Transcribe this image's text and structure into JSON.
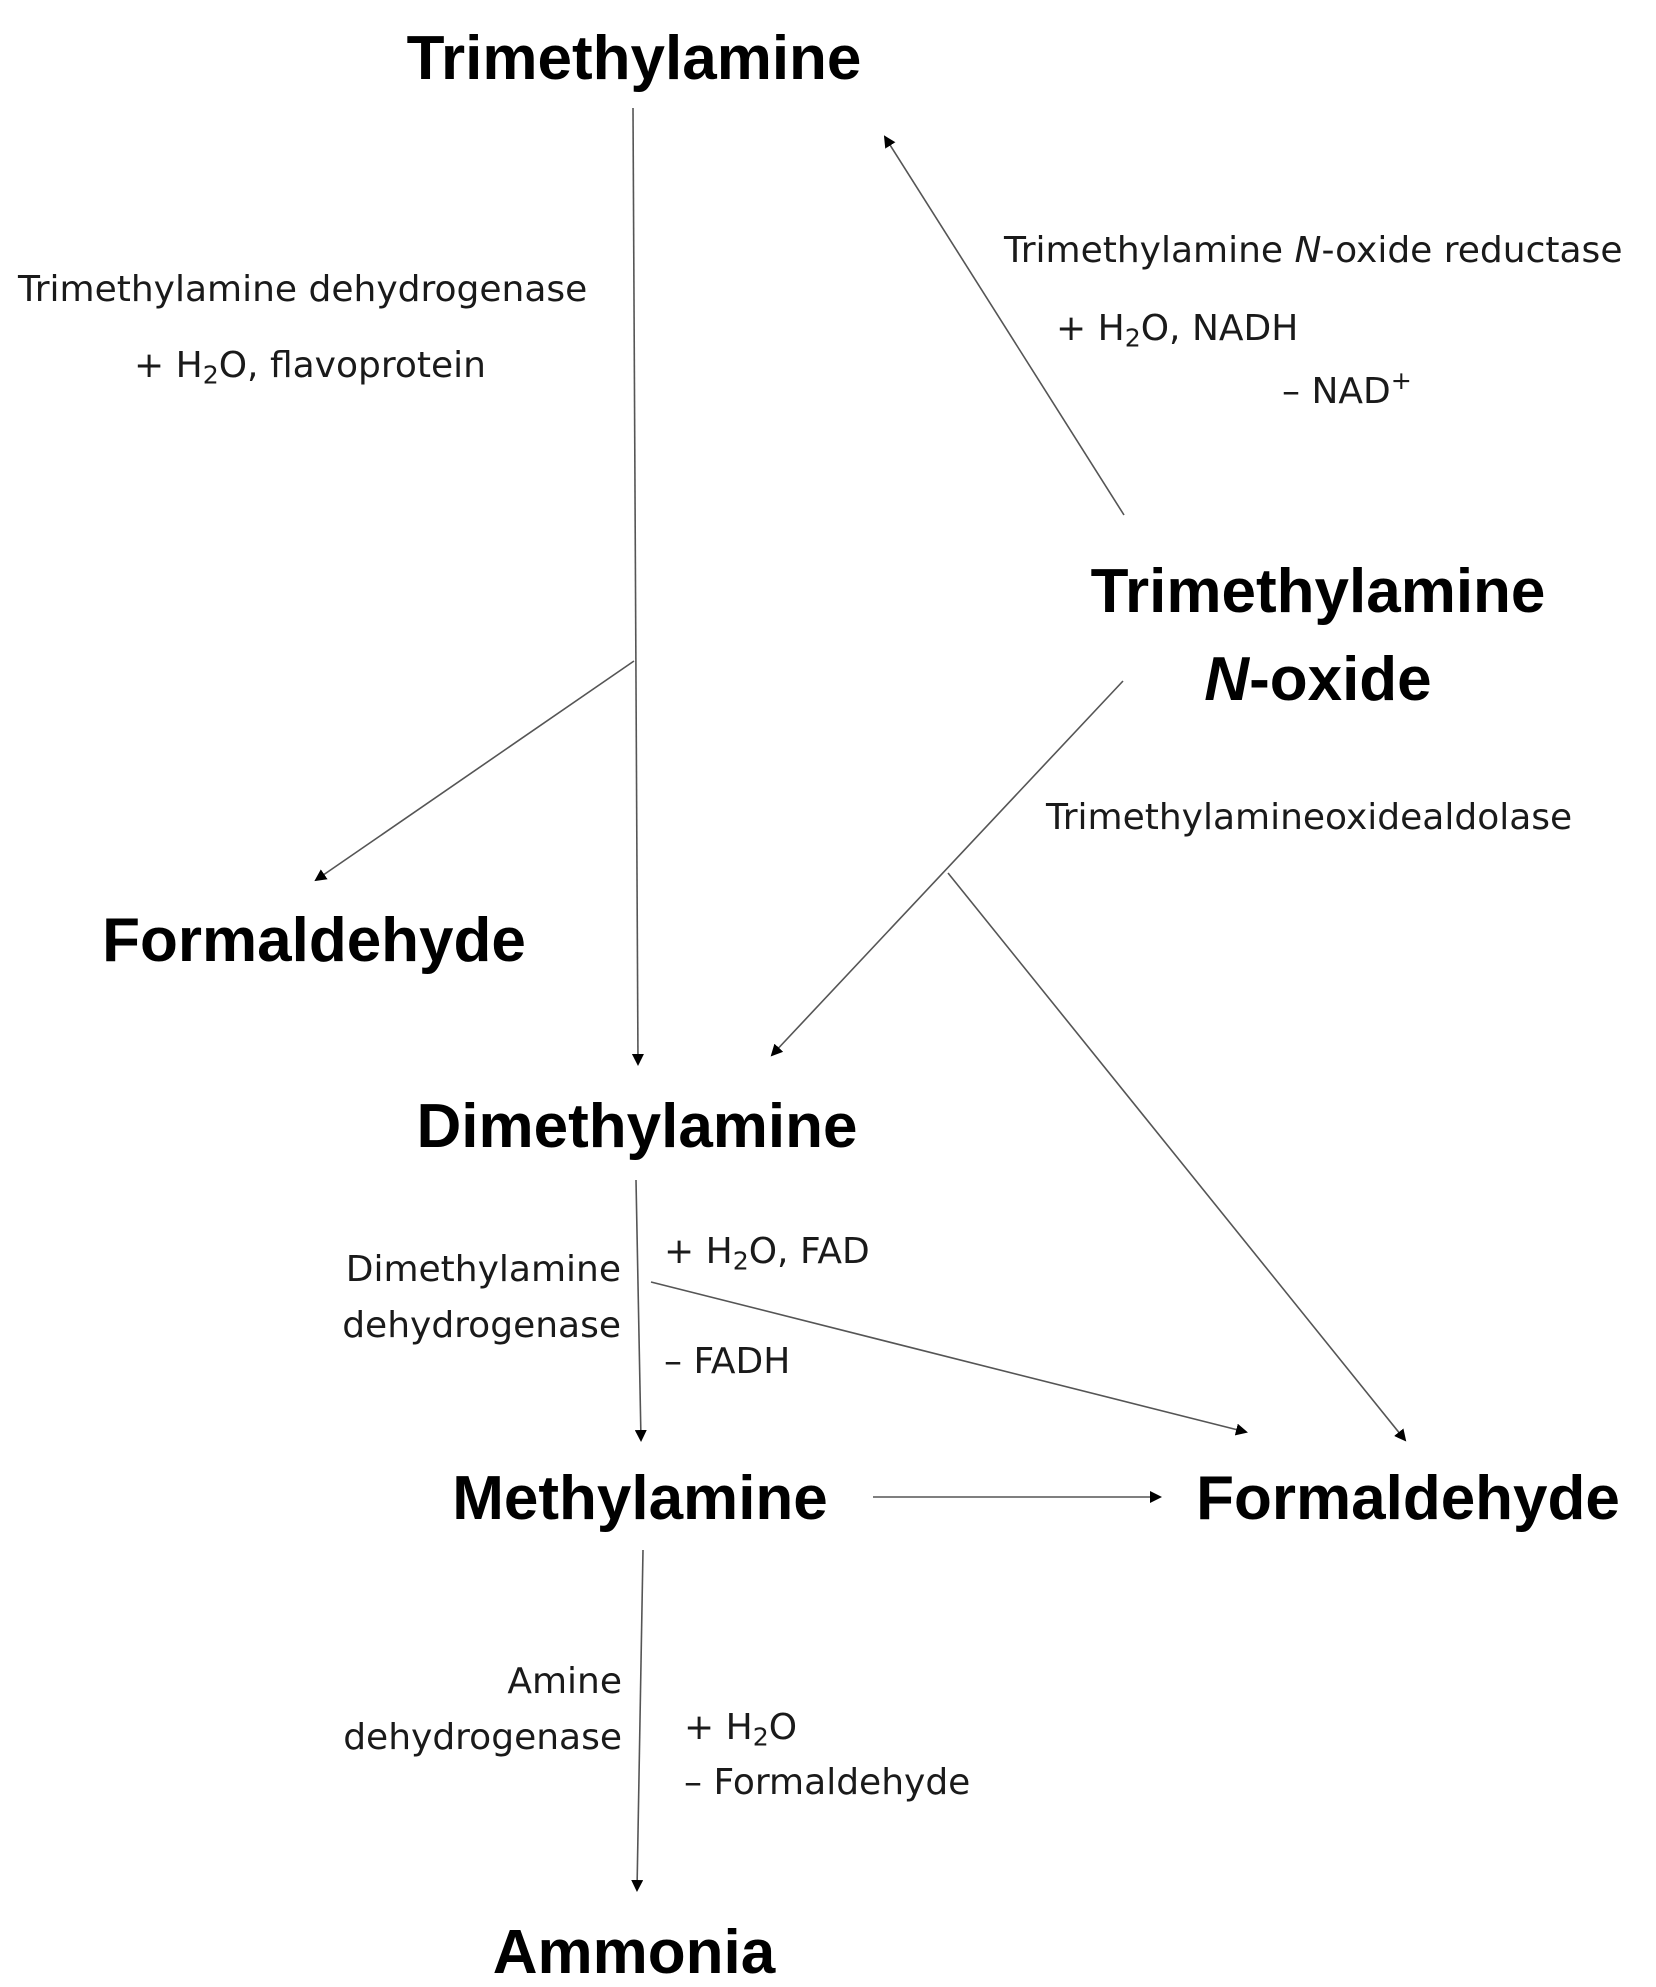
{
  "compounds": {
    "tma": "Trimethylamine",
    "tmao_line1": "Trimethylamine",
    "tmao_italic": "N",
    "tmao_rest": "-oxide",
    "formaldehyde_left": "Formaldehyde",
    "dma": "Dimethylamine",
    "methylamine": "Methylamine",
    "formaldehyde_right": "Formaldehyde",
    "ammonia": "Ammonia"
  },
  "enzymes": {
    "tma_dehydrogenase": "Trimethylamine dehydrogenase",
    "tma_cofactors_pre": "+ H",
    "tma_cofactors_sub": "2",
    "tma_cofactors_post": "O, flavoprotein",
    "tmao_reductase_pre": "Trimethylamine ",
    "tmao_reductase_italic": "N",
    "tmao_reductase_post": "-oxide reductase",
    "tmao_reductase_add_pre": "+ H",
    "tmao_reductase_add_sub": "2",
    "tmao_reductase_add_post": "O, NADH",
    "tmao_reductase_minus_pre": "– NAD",
    "tmao_reductase_minus_sup": "+",
    "tmao_aldolase": "Trimethylamineoxidealdolase",
    "dma_dehydrogenase_line1": "Dimethylamine",
    "dma_dehydrogenase_line2": "dehydrogenase",
    "dma_add_pre": "+ H",
    "dma_add_sub": "2",
    "dma_add_post": "O, FAD",
    "dma_minus": "– FADH",
    "amine_dehydrogenase_line1": "Amine",
    "amine_dehydrogenase_line2": "dehydrogenase",
    "amine_add_pre": "+ H",
    "amine_add_sub": "2",
    "amine_add_post": "O",
    "amine_minus": "– Formaldehyde"
  },
  "colors": {
    "line": "#555555",
    "arrowhead": "#000000",
    "text": "#000000"
  }
}
